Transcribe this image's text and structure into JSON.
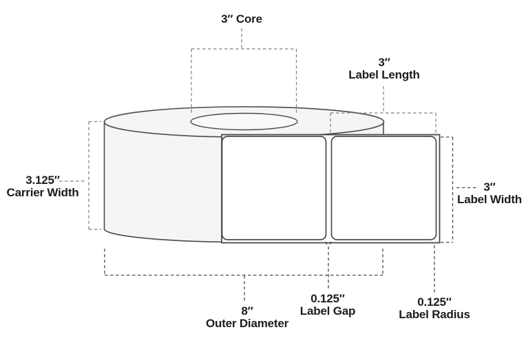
{
  "diagram": {
    "subject": "label-roll-dimension-diagram",
    "annotations": {
      "core": {
        "line1": "3″ Core"
      },
      "label_length": {
        "line1": "3″",
        "line2": "Label Length"
      },
      "carrier_width": {
        "line1": "3.125″",
        "line2": "Carrier Width"
      },
      "label_width": {
        "line1": "3″",
        "line2": "Label Width"
      },
      "outer_diameter": {
        "line1": "8″",
        "line2": "Outer Diameter"
      },
      "label_gap": {
        "line1": "0.125″",
        "line2": "Label Gap"
      },
      "label_radius": {
        "line1": "0.125″",
        "line2": "Label Radius"
      }
    },
    "colors": {
      "outline": "#4a4a4b",
      "dash_gray": "#7f7f7f",
      "dash_dark": "#4a4a4a",
      "roll_fill": "#f5f5f6",
      "core_fill": "#f9f9f9",
      "liner_fill": "#fdfdfd",
      "label_fill": "#ffffff",
      "text": "#1c1c1e"
    }
  }
}
